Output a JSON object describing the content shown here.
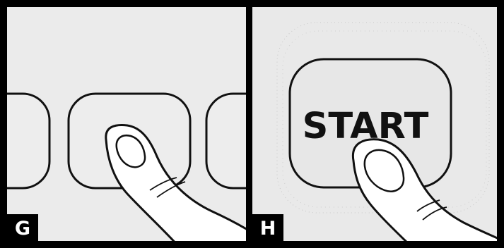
{
  "panels": [
    {
      "letter": "G",
      "background": "#ebebeb",
      "description_shape": "row-of-buttons"
    },
    {
      "letter": "H",
      "background": "#e9e9e9",
      "button_label": "START"
    }
  ],
  "colors": {
    "frame": "#000000",
    "ink": "#111111",
    "button_fill_g": "#ededed",
    "button_fill_h": "#e7e7e7",
    "finger_fill": "#ffffff"
  },
  "icons": {
    "finger": "pointing-finger-icon"
  }
}
